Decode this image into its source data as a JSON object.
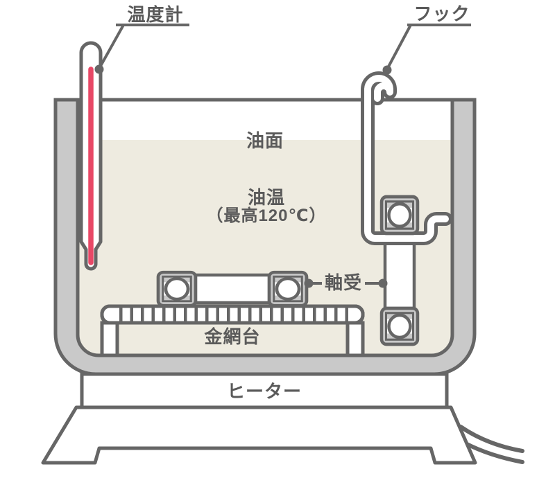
{
  "diagram": {
    "kind": "oil-bath-bearing-heating-diagram",
    "labels": {
      "thermometer": "温度計",
      "hook": "フック",
      "oil_surface": "油面",
      "oil_temp_line1": "油温",
      "oil_temp_line2": "（最高120℃）",
      "bearing": "軸受",
      "mesh_stand": "金網台",
      "heater": "ヒーター"
    },
    "colors": {
      "line": "#666666",
      "wall_fill": "#c9c9c9",
      "oil_fill": "#eeebe0",
      "thermometer_red": "#e84866",
      "text": "#5a5a5a"
    }
  }
}
